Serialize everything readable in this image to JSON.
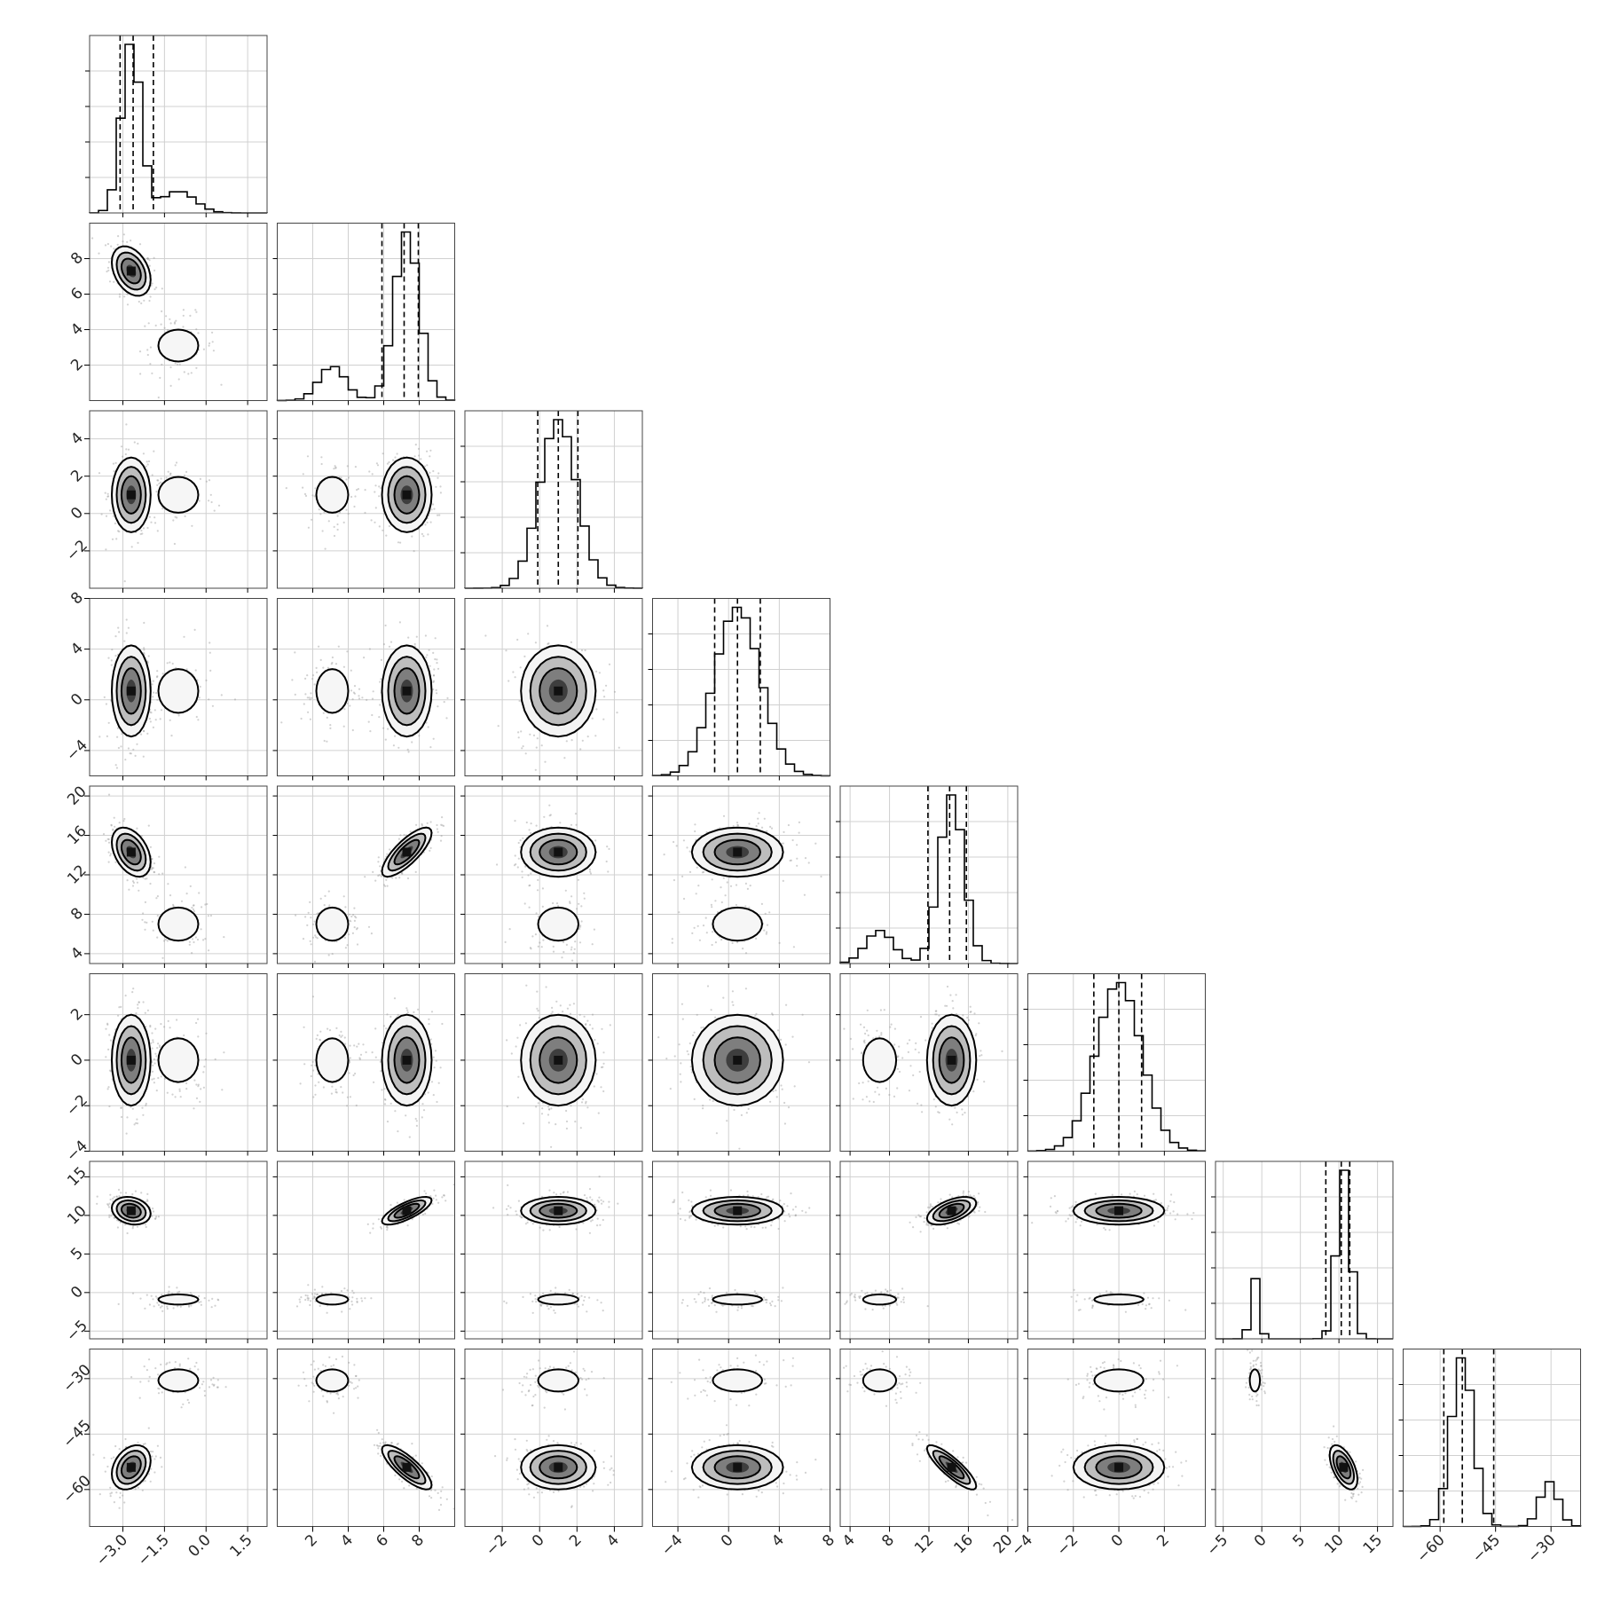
{
  "chart_data": {
    "type": "corner",
    "grid": true,
    "dimensions": 8,
    "parameters": [
      {
        "index": 0,
        "range": [
          -4.2,
          2.2
        ],
        "ticks": [
          -3.0,
          -1.5,
          0.0,
          1.5
        ],
        "tick_labels": [
          "−3.0",
          "−1.5",
          "0.0",
          "1.5"
        ],
        "modes": [
          {
            "mean": -2.7,
            "sd": 0.35,
            "weight": 0.82
          },
          {
            "mean": -1.0,
            "sd": 0.6,
            "weight": 0.18
          }
        ],
        "quantiles": [
          -3.1,
          -2.63,
          -1.9
        ]
      },
      {
        "index": 1,
        "range": [
          0.0,
          10.0
        ],
        "ticks": [
          2,
          4,
          6,
          8
        ],
        "tick_labels": [
          "2",
          "4",
          "6",
          "8"
        ],
        "modes": [
          {
            "mean": 3.1,
            "sd": 0.75,
            "weight": 0.18
          },
          {
            "mean": 7.3,
            "sd": 0.7,
            "weight": 0.82
          }
        ],
        "quantiles": [
          5.9,
          7.15,
          7.95
        ]
      },
      {
        "index": 2,
        "range": [
          -4.0,
          5.5
        ],
        "ticks": [
          -2,
          0,
          2,
          4
        ],
        "tick_labels": [
          "−2",
          "0",
          "2",
          "4"
        ],
        "modes": [
          {
            "mean": 1.0,
            "sd": 1.0,
            "weight": 1.0
          }
        ],
        "quantiles": [
          -0.1,
          1.0,
          2.05
        ]
      },
      {
        "index": 3,
        "range": [
          -6.0,
          8.0
        ],
        "ticks": [
          -4,
          0,
          4,
          8
        ],
        "tick_labels": [
          "−4",
          "0",
          "4",
          "8"
        ],
        "modes": [
          {
            "mean": 0.7,
            "sd": 1.8,
            "weight": 1.0
          }
        ],
        "quantiles": [
          -1.1,
          0.7,
          2.5
        ]
      },
      {
        "index": 4,
        "range": [
          3.0,
          21.0
        ],
        "ticks": [
          4,
          8,
          12,
          16,
          20
        ],
        "tick_labels": [
          "4",
          "8",
          "12",
          "16",
          "20"
        ],
        "modes": [
          {
            "mean": 7.0,
            "sd": 1.4,
            "weight": 0.18
          },
          {
            "mean": 14.3,
            "sd": 1.25,
            "weight": 0.82
          }
        ],
        "quantiles": [
          11.9,
          14.1,
          15.8
        ]
      },
      {
        "index": 5,
        "range": [
          -4.0,
          3.8
        ],
        "ticks": [
          -4,
          -2,
          0,
          2
        ],
        "tick_labels": [
          "−4",
          "−2",
          "0",
          "2"
        ],
        "modes": [
          {
            "mean": 0.0,
            "sd": 1.0,
            "weight": 1.0
          }
        ],
        "quantiles": [
          -1.1,
          0.0,
          1.0
        ]
      },
      {
        "index": 6,
        "range": [
          -6.0,
          17.0
        ],
        "ticks": [
          -5,
          0,
          5,
          10,
          15
        ],
        "tick_labels": [
          "−5",
          "0",
          "5",
          "10",
          "15"
        ],
        "modes": [
          {
            "mean": -0.9,
            "sd": 0.55,
            "weight": 0.18
          },
          {
            "mean": 10.6,
            "sd": 0.9,
            "weight": 0.82
          }
        ],
        "quantiles": [
          8.3,
          10.3,
          11.4
        ]
      },
      {
        "index": 7,
        "range": [
          -70.0,
          -22.0
        ],
        "ticks": [
          -60,
          -45,
          -30
        ],
        "tick_labels": [
          "−60",
          "−45",
          "−30"
        ],
        "modes": [
          {
            "mean": -54.0,
            "sd": 3.0,
            "weight": 0.82
          },
          {
            "mean": -30.5,
            "sd": 2.5,
            "weight": 0.18
          }
        ],
        "quantiles": [
          -59.0,
          -54.0,
          -45.5
        ]
      }
    ]
  }
}
